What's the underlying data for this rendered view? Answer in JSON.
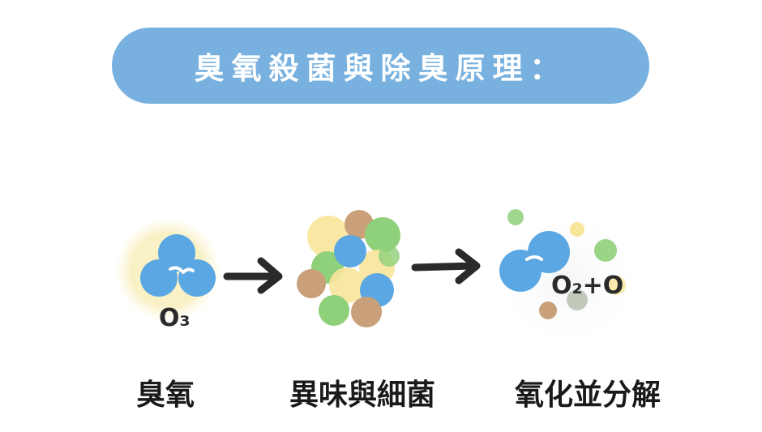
{
  "title": "臭氧殺菌與除臭原理：",
  "stages": [
    {
      "label": "臭氧",
      "formula": "O₃"
    },
    {
      "label": "異味與細菌",
      "formula": ""
    },
    {
      "label": "氧化並分解",
      "formula": "O₂+O"
    }
  ],
  "colors": {
    "title_bg": "#78b1df",
    "title_text": "#ffffff",
    "ozone_blue": "#5aa7e3",
    "glow_yellow": "#f8eebc",
    "odor_yellow": "#f7e59a",
    "bacteria_green": "#8fd07a",
    "odor_brown": "#c9a079",
    "arrow": "#2a2a2a"
  },
  "icons": [
    "arrow-right-icon",
    "arrow-right-icon"
  ]
}
